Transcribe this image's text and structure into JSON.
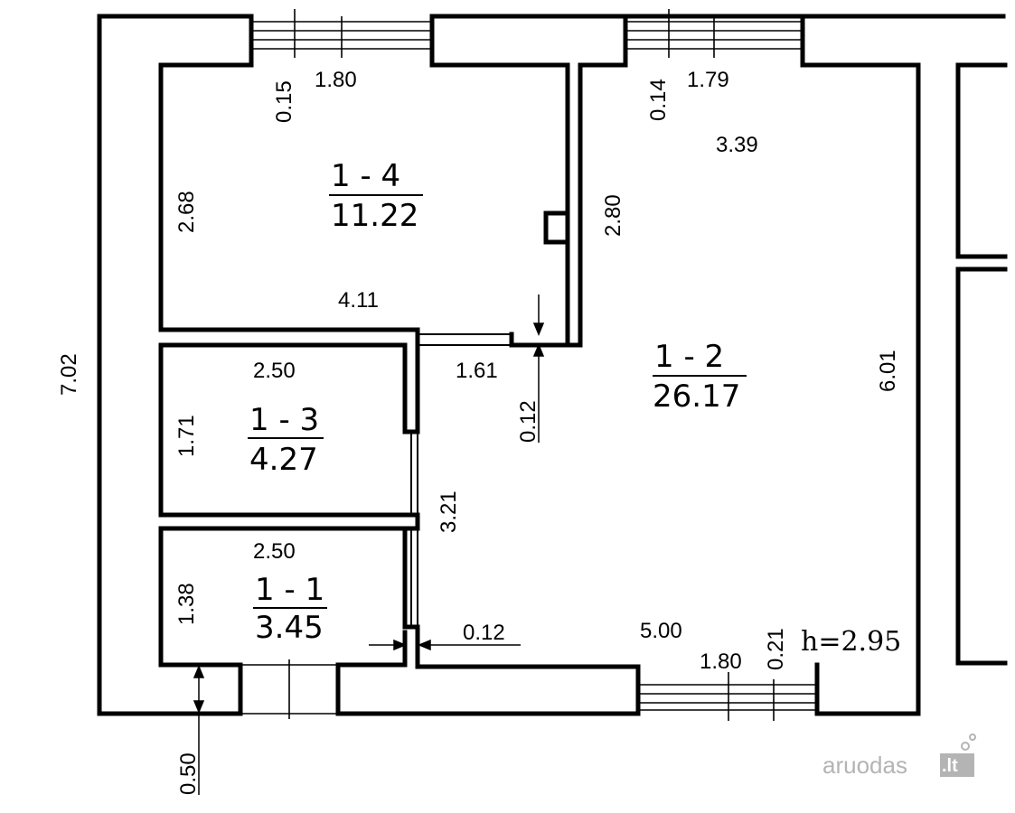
{
  "rooms": {
    "r14": {
      "id": "1 - 4",
      "area": "11.22"
    },
    "r12": {
      "id": "1 - 2",
      "area": "26.17"
    },
    "r13": {
      "id": "1 - 3",
      "area": "4.27"
    },
    "r11": {
      "id": "1 - 1",
      "area": "3.45"
    }
  },
  "dims": {
    "d015": "0.15",
    "d180_top": "1.80",
    "d014": "0.14",
    "d179": "1.79",
    "d339": "3.39",
    "d268": "2.68",
    "d280": "2.80",
    "d411": "4.11",
    "d702": "7.02",
    "d250_a": "2.50",
    "d161": "1.61",
    "d012_v": "0.12",
    "d601": "6.01",
    "d171": "1.71",
    "d321": "3.21",
    "d250_b": "2.50",
    "d138": "1.38",
    "d012_h": "0.12",
    "d500": "5.00",
    "d021": "0.21",
    "d180_bottom": "1.80",
    "d050": "0.50"
  },
  "height_label": "h=2.95",
  "watermark": {
    "text": "aruodas",
    "suffix": ".lt"
  }
}
